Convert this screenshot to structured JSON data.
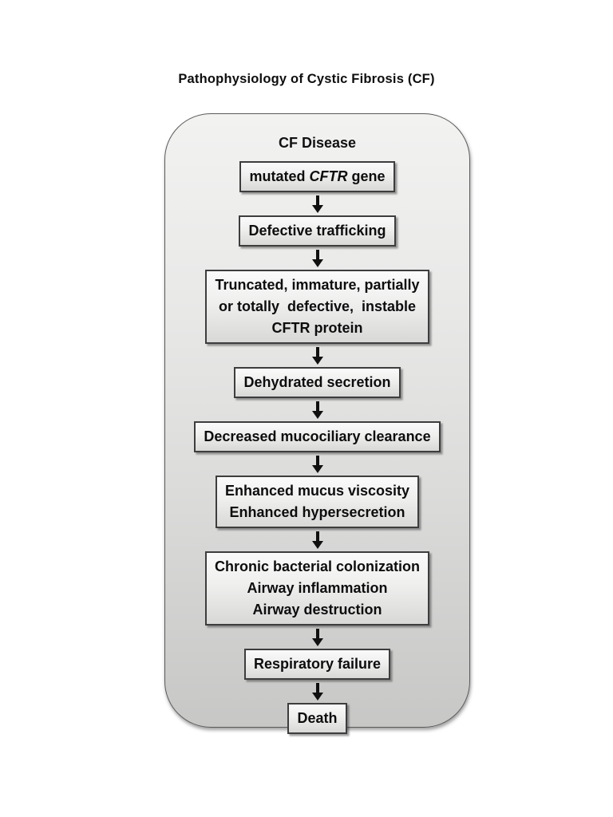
{
  "title": "Pathophysiology of Cystic Fibrosis (CF)",
  "flowchart": {
    "heading": "CF Disease",
    "colors": {
      "container_fill_top": "#f2f2f1",
      "container_fill_bottom": "#c7c7c6",
      "container_border": "#5a5a5a",
      "box_fill_top": "#fafafa",
      "box_fill_bottom": "#d8d8d7",
      "box_border": "#3d3d3d",
      "text": "#0d0d0d",
      "arrow": "#101010"
    },
    "boxes": [
      {
        "id": "mutated-cftr-gene",
        "lines": [
          [
            {
              "text": "mutated ",
              "italic": false
            },
            {
              "text": "CFTR",
              "italic": true
            },
            {
              "text": " gene",
              "italic": false
            }
          ]
        ]
      },
      {
        "id": "defective-trafficking",
        "lines": [
          [
            {
              "text": "Defective trafficking",
              "italic": false
            }
          ]
        ]
      },
      {
        "id": "defective-cftr-protein",
        "lines": [
          [
            {
              "text": "Truncated, immature, partially",
              "italic": false
            }
          ],
          [
            {
              "text": "or totally  defective,  instable",
              "italic": false
            }
          ],
          [
            {
              "text": "CFTR protein",
              "italic": false
            }
          ]
        ]
      },
      {
        "id": "dehydrated-secretion",
        "lines": [
          [
            {
              "text": "Dehydrated secretion",
              "italic": false
            }
          ]
        ]
      },
      {
        "id": "decreased-mucociliary-clearance",
        "lines": [
          [
            {
              "text": "Decreased mucociliary clearance",
              "italic": false
            }
          ]
        ]
      },
      {
        "id": "enhanced-mucus-viscosity-hypersecretion",
        "lines": [
          [
            {
              "text": "Enhanced mucus viscosity",
              "italic": false
            }
          ],
          [
            {
              "text": "Enhanced hypersecretion",
              "italic": false
            }
          ]
        ]
      },
      {
        "id": "chronic-bacterial-colonization-airway",
        "lines": [
          [
            {
              "text": "Chronic bacterial colonization",
              "italic": false
            }
          ],
          [
            {
              "text": "Airway inflammation",
              "italic": false
            }
          ],
          [
            {
              "text": "Airway destruction",
              "italic": false
            }
          ]
        ]
      },
      {
        "id": "respiratory-failure",
        "lines": [
          [
            {
              "text": "Respiratory failure",
              "italic": false
            }
          ]
        ]
      },
      {
        "id": "death",
        "lines": [
          [
            {
              "text": "Death",
              "italic": false
            }
          ]
        ]
      }
    ]
  }
}
